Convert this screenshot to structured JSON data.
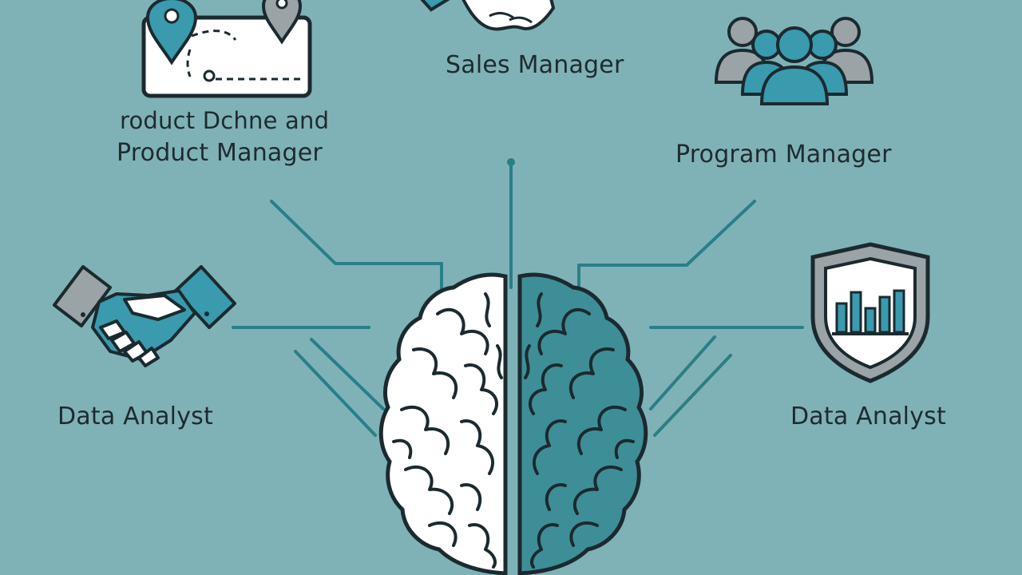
{
  "labels": {
    "sales_manager": "Sales Manager",
    "product_line1": "roduct Dchne and",
    "product_line2": "Product Manager",
    "program_manager": "Program Manager",
    "data_analyst_left": "Data Analyst",
    "data_analyst_right": "Data Analyst"
  },
  "colors": {
    "background": "#7fb2b6",
    "accent_teal": "#3a9aae",
    "brain_teal": "#3e8e97",
    "line_teal": "#2a7f87",
    "outline": "#1b2a2f",
    "grey": "#9aa3a6"
  },
  "icons": [
    "map-pin-icon",
    "handshake-icon",
    "people-group-icon",
    "brain-icon",
    "shield-chart-icon"
  ]
}
